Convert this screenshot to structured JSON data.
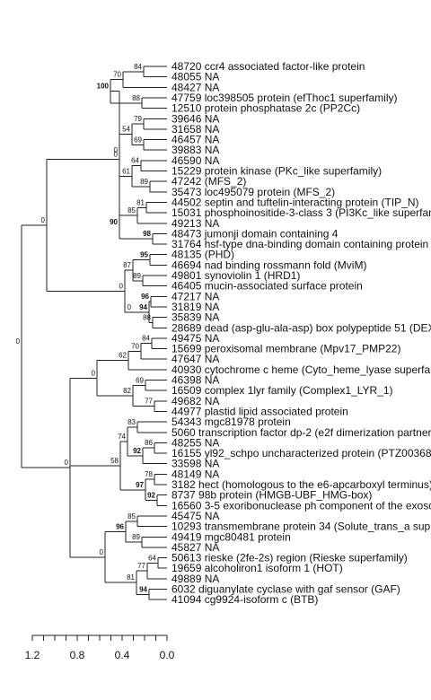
{
  "tree": {
    "leaves": [
      "48720 ccr4 associated factor-like protein",
      "48055 NA",
      "48427 NA",
      "47759 loc398505 protein (efThoc1 superfamily)",
      "12510 protein phosphatase 2c (PP2Cc)",
      "39646 NA",
      "31658 NA",
      "46457 NA",
      "39883 NA",
      "46590 NA",
      "15229 protein kinase (PKc_like superfamily)",
      "47242 (MFS_2)",
      "35473 loc495079 protein (MFS_2)",
      "44502 septin and tuftelin-interacting protein (TIP_N)",
      "15031 phosphoinositide-3-class 3 (PI3Kc_like superfam",
      "49213 NA",
      "48473 jumonji domain containing 4",
      "31764 hsf-type dna-binding domain containing protein",
      "48135 (PHD)",
      "46694 nad binding rossmann fold (MviM)",
      "49801 synoviolin 1 (HRD1)",
      "46405 mucin-associated surface protein",
      "47217 NA",
      "31819 NA",
      "35839 NA",
      "28689 dead (asp-glu-ala-asp) box polypeptide 51 (DEX",
      "49475 NA",
      "15699 peroxisomal membrane (Mpv17_PMP22)",
      "47647 NA",
      "40930 cytochrome c heme (Cyto_heme_lyase superfam",
      "46398 NA",
      "16509 complex 1lyr family (Complex1_LYR_1)",
      "49682 NA",
      "44977 plastid lipid associated protein",
      "54343 mgc81978 protein",
      "5060 transcription factor dp-2 (e2f dimerization partner",
      "48255 NA",
      "16155 yl92_schpo uncharacterized protein (PTZ00368",
      "33598 NA",
      "48149 NA",
      "3182 hect (homologous to the e6-apcarboxyl terminus)",
      "8737 98b protein (HMGB-UBF_HMG-box)",
      "16560 3-5 exoribonuclease ph component of the exoso",
      "45475 NA",
      "10293 transmembrane protein 34 (Solute_trans_a sup",
      "49419 mgc80481 protein",
      "45827 NA",
      "50613 rieske (2fe-2s) region (Rieske superfamily)",
      "19659 alcoholiron1 isoform 1 (HOT)",
      "49889 NA",
      "6032 diguanylate cyclase with gaf sensor (GAF)",
      "41094 cg9924-isoform c (BTB)"
    ],
    "supports": {
      "root": "0",
      "ccr4": "84",
      "ccr4_48427": "70",
      "efThoc": "88",
      "g1": "100",
      "A": "79",
      "B": "69",
      "C": "54",
      "D": "64",
      "E": "89",
      "F": "61",
      "G": "0",
      "H": "81",
      "I": "85",
      "J": "90",
      "K": "98",
      "L": "0",
      "M": "0",
      "N": "95",
      "O": "87",
      "P": "89",
      "Q": "0",
      "R": "96",
      "S": "88",
      "T": "94",
      "U": "0",
      "V": "84",
      "W": "70",
      "X": "62",
      "Y": "69",
      "Z": "77",
      "AA": "82",
      "AB": "0",
      "AC": "83",
      "AD": "86",
      "AE": "92",
      "AF": "74",
      "AG": "78",
      "AH": "92",
      "AI": "97",
      "AJ": "58",
      "AK": "0",
      "AL": "85",
      "AM": "89",
      "AN": "96",
      "AO": "64",
      "AP": "77",
      "AQ": "94",
      "AR": "81",
      "AS": "0",
      "AT": "0"
    }
  },
  "axis": {
    "ticks": [
      "1.2",
      "0.8",
      "0.4",
      "0.0"
    ],
    "tick_values": [
      1.2,
      0.8,
      0.4,
      0.0
    ]
  },
  "colors": {
    "line": "#222222",
    "text": "#111111",
    "background": "#ffffff"
  }
}
